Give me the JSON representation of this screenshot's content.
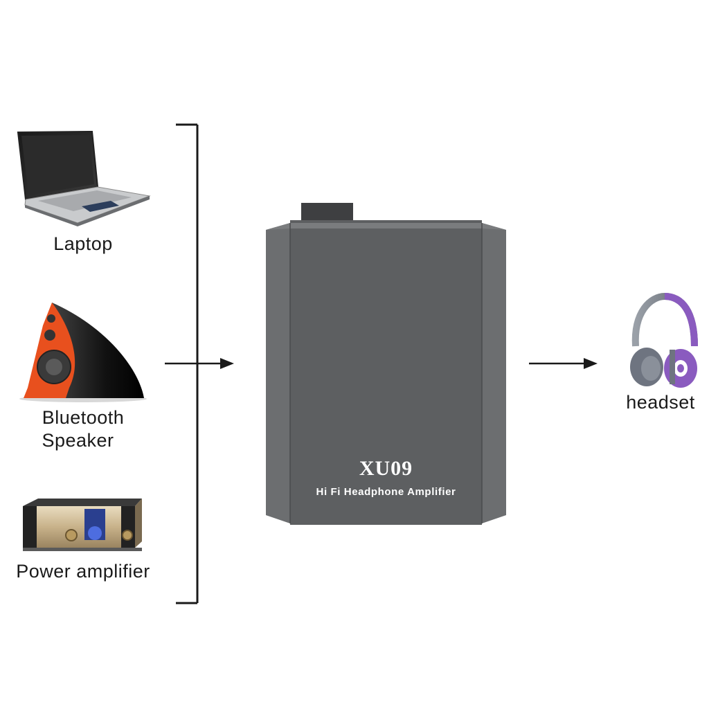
{
  "sources": [
    {
      "label": "Laptop"
    },
    {
      "label_line1": "Bluetooth",
      "label_line2": "Speaker"
    },
    {
      "label": "Power amplifier"
    }
  ],
  "device": {
    "model": "XU09",
    "subtitle": "Hi Fi Headphone Amplifier"
  },
  "output": {
    "label": "headset"
  },
  "colors": {
    "amp_body": "#5d5f61",
    "amp_side": "#6c6e70",
    "speaker_orange": "#e8501e",
    "headset_purple": "#8a5bbf",
    "line": "#1a1a1a"
  }
}
